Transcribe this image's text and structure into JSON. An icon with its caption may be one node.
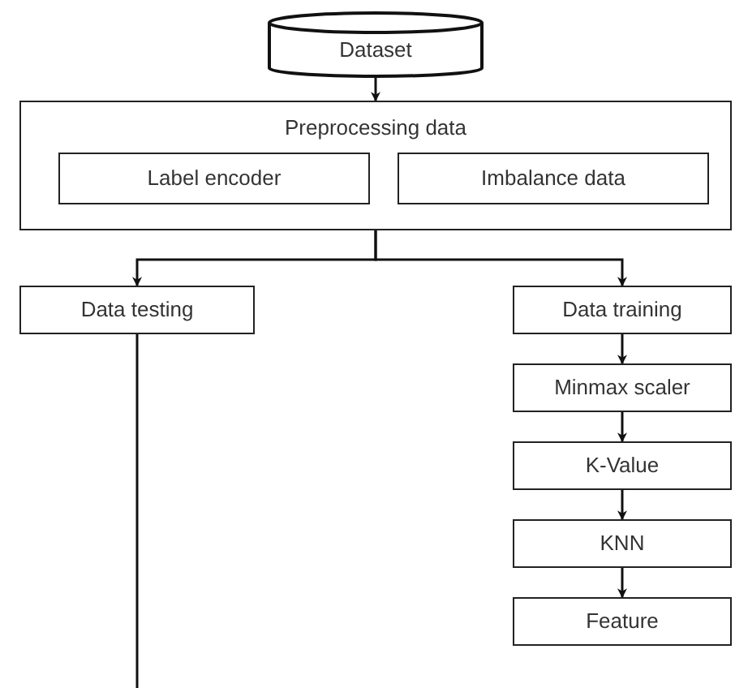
{
  "diagram": {
    "nodes": [
      {
        "text": [
          "Dataset"
        ]
      },
      {
        "text": [
          "Preprocessing data"
        ]
      },
      {
        "text": [
          "Label encoder"
        ],
        "in": 1
      },
      {
        "text": [
          "Imbalance data"
        ],
        "in": 1
      },
      {
        "text": [
          "Data testing"
        ]
      },
      {
        "text": [
          "Data training"
        ]
      },
      {
        "text": [
          "Minmax scaler"
        ]
      },
      {
        "text": [
          "K-Value"
        ]
      },
      {
        "text": [
          "KNN"
        ]
      },
      {
        "text": [
          "Feature"
        ]
      }
    ],
    "edges": [
      {
        "from": 0,
        "to": 1,
        "arrow": "to"
      },
      {
        "from": 1,
        "to": 4,
        "arrow": "to"
      },
      {
        "from": 1,
        "to": 5,
        "arrow": "to"
      },
      {
        "from": 5,
        "to": 6,
        "arrow": "to"
      },
      {
        "from": 6,
        "to": 7,
        "arrow": "to"
      },
      {
        "from": 7,
        "to": 8,
        "arrow": "to"
      },
      {
        "from": 8,
        "to": 9,
        "arrow": "to"
      },
      {
        "from": 4,
        "to": null,
        "arrow": "none"
      }
    ]
  }
}
